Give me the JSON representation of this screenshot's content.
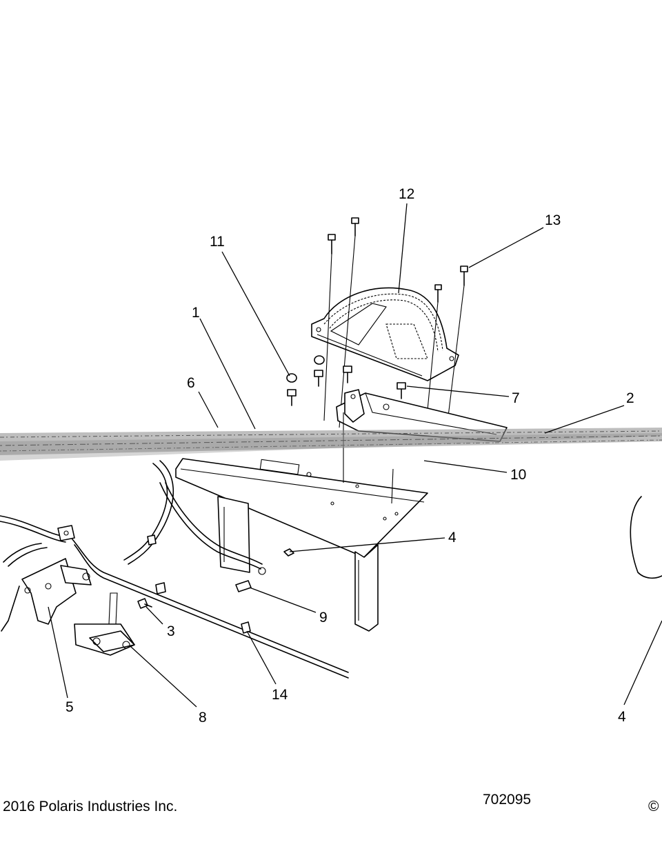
{
  "callouts": {
    "c1": "1",
    "c2": "2",
    "c3": "3",
    "c4a": "4",
    "c4b": "4",
    "c5": "5",
    "c6": "6",
    "c7": "7",
    "c8": "8",
    "c9": "9",
    "c10": "10",
    "c11": "11",
    "c12": "12",
    "c13": "13",
    "c14": "14"
  },
  "footer": {
    "copyright": "2016 Polaris Industries Inc.",
    "diagram_id": "702095",
    "copyright_symbol": "©"
  }
}
